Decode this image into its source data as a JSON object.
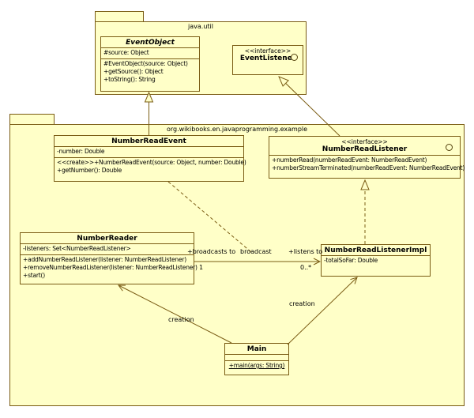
{
  "colors": {
    "box_fill": "#FFFFC8",
    "border": "#7a5c14"
  },
  "packages": {
    "java_util": {
      "name": "java.util"
    },
    "example": {
      "name": "org.wikibooks.en.javaprogramming.example"
    }
  },
  "classes": {
    "event_object": {
      "name": "EventObject",
      "attributes": [
        "#source: Object"
      ],
      "methods": [
        "#EventObject(source: Object)",
        "+getSource(): Object",
        "+toString(): String"
      ]
    },
    "event_listener": {
      "stereotype": "<<interface>>",
      "name": "EventListener"
    },
    "number_read_event": {
      "name": "NumberReadEvent",
      "attributes": [
        "-number: Double"
      ],
      "methods": [
        "<<create>>+NumberReadEvent(source: Object, number: Double)",
        "+getNumber(): Double"
      ]
    },
    "number_read_listener": {
      "stereotype": "<<interface>>",
      "name": "NumberReadListener",
      "methods": [
        "+numberRead(numberReadEvent: NumberReadEvent)",
        "+numberStreamTerminated(numberReadEvent: NumberReadEvent)"
      ]
    },
    "number_reader": {
      "name": "NumberReader",
      "attributes": [
        "-listeners: Set<NumberReadListener>"
      ],
      "methods": [
        "+addNumberReadListener(listener: NumberReadListener)",
        "+removeNumberReadListener(listener: NumberReadListener)",
        "+start()"
      ]
    },
    "number_read_listener_impl": {
      "name": "NumberReadListenerImpl",
      "attributes": [
        "-totalSoFar: Double"
      ]
    },
    "main": {
      "name": "Main",
      "methods": [
        "+main(args: String)"
      ]
    }
  },
  "edge_labels": {
    "broadcasts_to": "+broadcasts to",
    "association_name": "broadcast",
    "listens_to": "+listens to",
    "multiplicity_reader": "1",
    "multiplicity_listeners": "0..*",
    "creation_reader": "creation",
    "creation_listener_impl": "creation"
  }
}
